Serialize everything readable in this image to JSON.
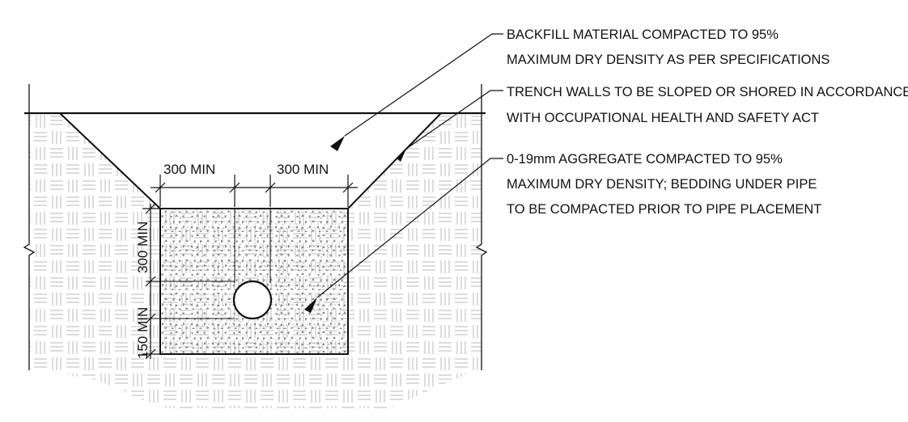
{
  "colors": {
    "line": "#111111",
    "soil_hatch": "#b8b8b8",
    "aggregate_speckle": "#8a8a8a",
    "background": "#ffffff"
  },
  "notes": {
    "backfill": {
      "line1": "BACKFILL MATERIAL COMPACTED TO 95%",
      "line2": "MAXIMUM DRY DENSITY AS PER SPECIFICATIONS"
    },
    "trench_walls": {
      "line1": "TRENCH WALLS TO BE SLOPED OR SHORED IN ACCORDANCE",
      "line2": "WITH OCCUPATIONAL HEALTH AND SAFETY ACT"
    },
    "aggregate": {
      "line1": "0-19mm AGGREGATE COMPACTED TO 95%",
      "line2": "MAXIMUM DRY DENSITY; BEDDING UNDER PIPE",
      "line3": "TO BE COMPACTED PRIOR TO PIPE PLACEMENT"
    }
  },
  "dimensions": {
    "left_clearance": "300 MIN",
    "right_clearance": "300 MIN",
    "cover_above_pipe": "300 MIN",
    "bedding_below_pipe": "150 MIN"
  }
}
